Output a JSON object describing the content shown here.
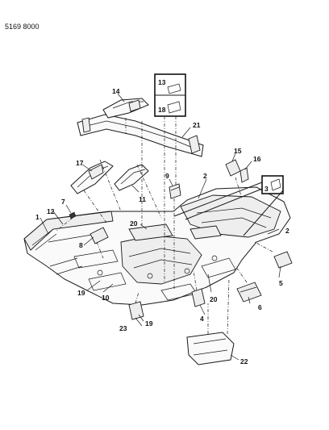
{
  "diagram_code": "5169 8000",
  "callouts": {
    "c1": "1",
    "c2a": "2",
    "c2b": "2",
    "c3": "3",
    "c4": "4",
    "c5": "5",
    "c6": "6",
    "c7": "7",
    "c8": "8",
    "c9": "9",
    "c10": "10",
    "c11": "11",
    "c12": "12",
    "c13": "13",
    "c14": "14",
    "c15": "15",
    "c16": "16",
    "c17": "17",
    "c18": "18",
    "c19a": "19",
    "c19b": "19",
    "c20a": "20",
    "c20b": "20",
    "c21": "21",
    "c22": "22",
    "c23": "23"
  }
}
